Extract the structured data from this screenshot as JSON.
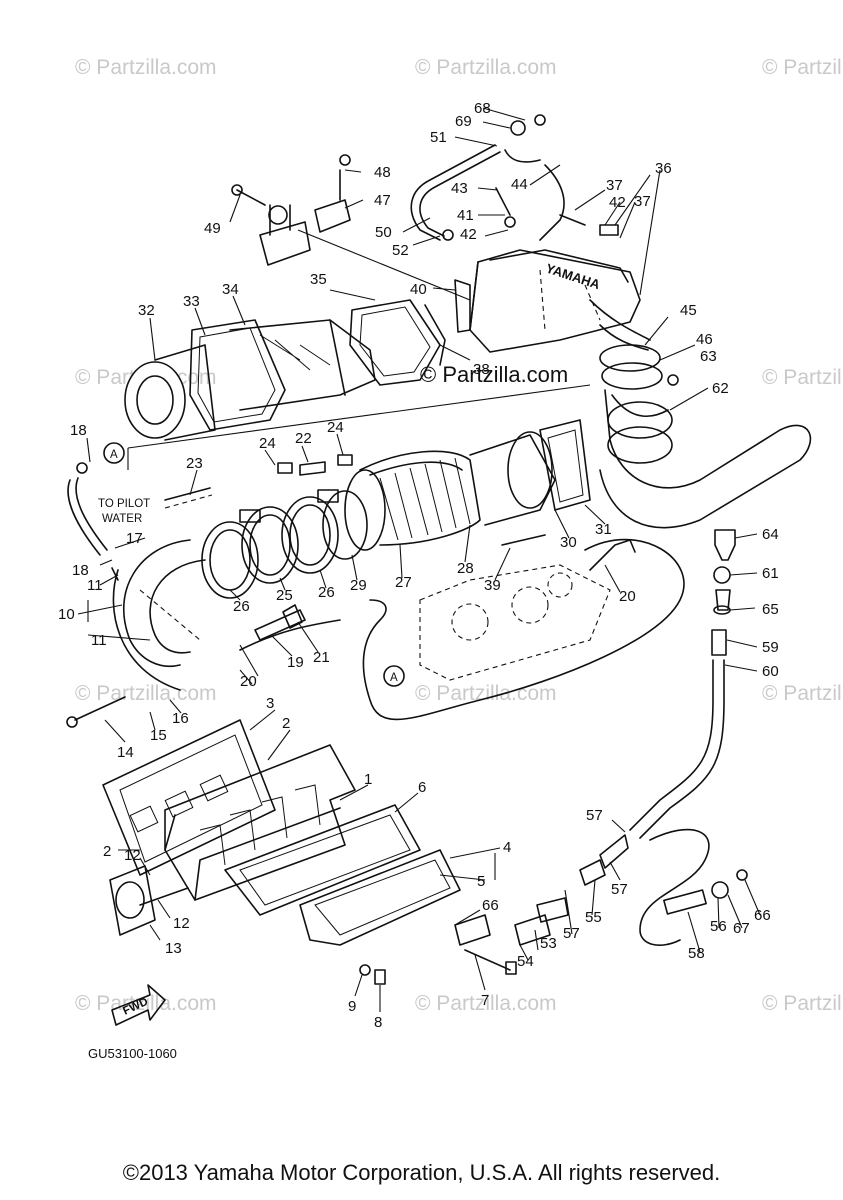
{
  "watermark": "© Partzilla.com",
  "center_watermark": "© Partzilla.com",
  "diagram_code": "GU53100-1060",
  "copyright": "©2013 Yamaha Motor Corporation, U.S.A. All rights reserved.",
  "annotations": {
    "to_pilot_line1": "TO PILOT",
    "to_pilot_line2": "WATER",
    "fwd": "FWD",
    "yamaha": "YAMAHA",
    "ref_a": "A"
  },
  "callouts": [
    "1",
    "2",
    "3",
    "4",
    "5",
    "6",
    "7",
    "8",
    "9",
    "10",
    "11",
    "12",
    "13",
    "14",
    "15",
    "16",
    "17",
    "18",
    "19",
    "20",
    "21",
    "22",
    "23",
    "24",
    "25",
    "26",
    "27",
    "28",
    "29",
    "30",
    "31",
    "32",
    "33",
    "34",
    "35",
    "36",
    "37",
    "38",
    "39",
    "40",
    "41",
    "42",
    "43",
    "44",
    "45",
    "46",
    "47",
    "48",
    "49",
    "50",
    "51",
    "52",
    "53",
    "54",
    "55",
    "56",
    "57",
    "58",
    "59",
    "60",
    "61",
    "62",
    "63",
    "64",
    "65",
    "66",
    "67",
    "68",
    "69"
  ]
}
